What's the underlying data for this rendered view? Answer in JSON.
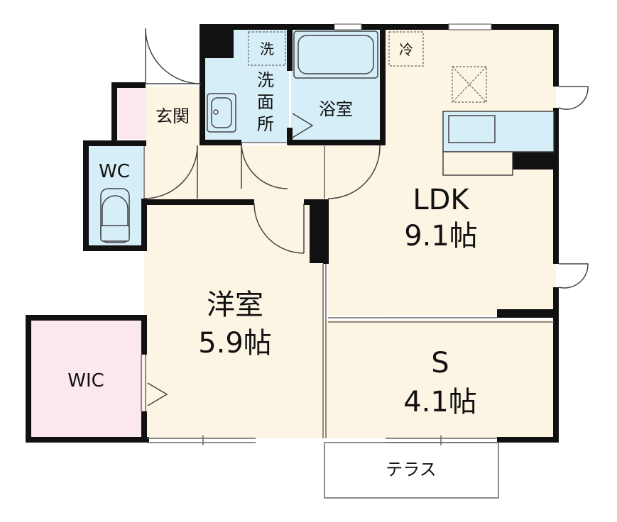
{
  "colors": {
    "wall": "#111111",
    "floor_wood": "#fdf5e4",
    "wet_area": "#d6eef8",
    "closet": "#fbe7ee",
    "thin_line": "#666666",
    "background": "#ffffff"
  },
  "rooms": {
    "ldk": {
      "name": "LDK",
      "size": "9.1帖"
    },
    "western": {
      "name": "洋室",
      "size": "5.9帖"
    },
    "s_room": {
      "name": "S",
      "size": "4.1帖"
    },
    "wic": {
      "name": "WIC"
    },
    "wc": {
      "name": "WC"
    },
    "entrance": {
      "name": "玄関"
    },
    "washroom": {
      "name_line1": "洗",
      "name_line2": "面",
      "name_line3": "所"
    },
    "bathroom": {
      "name": "浴室"
    },
    "terrace": {
      "name": "テラス"
    }
  },
  "symbols": {
    "washer": "洗",
    "fridge": "冷"
  },
  "icons": [
    "door-swing-icon",
    "toilet-icon",
    "sink-icon",
    "bathtub-icon",
    "kitchen-counter-icon",
    "range-hood-icon",
    "closet-mark-icon"
  ]
}
